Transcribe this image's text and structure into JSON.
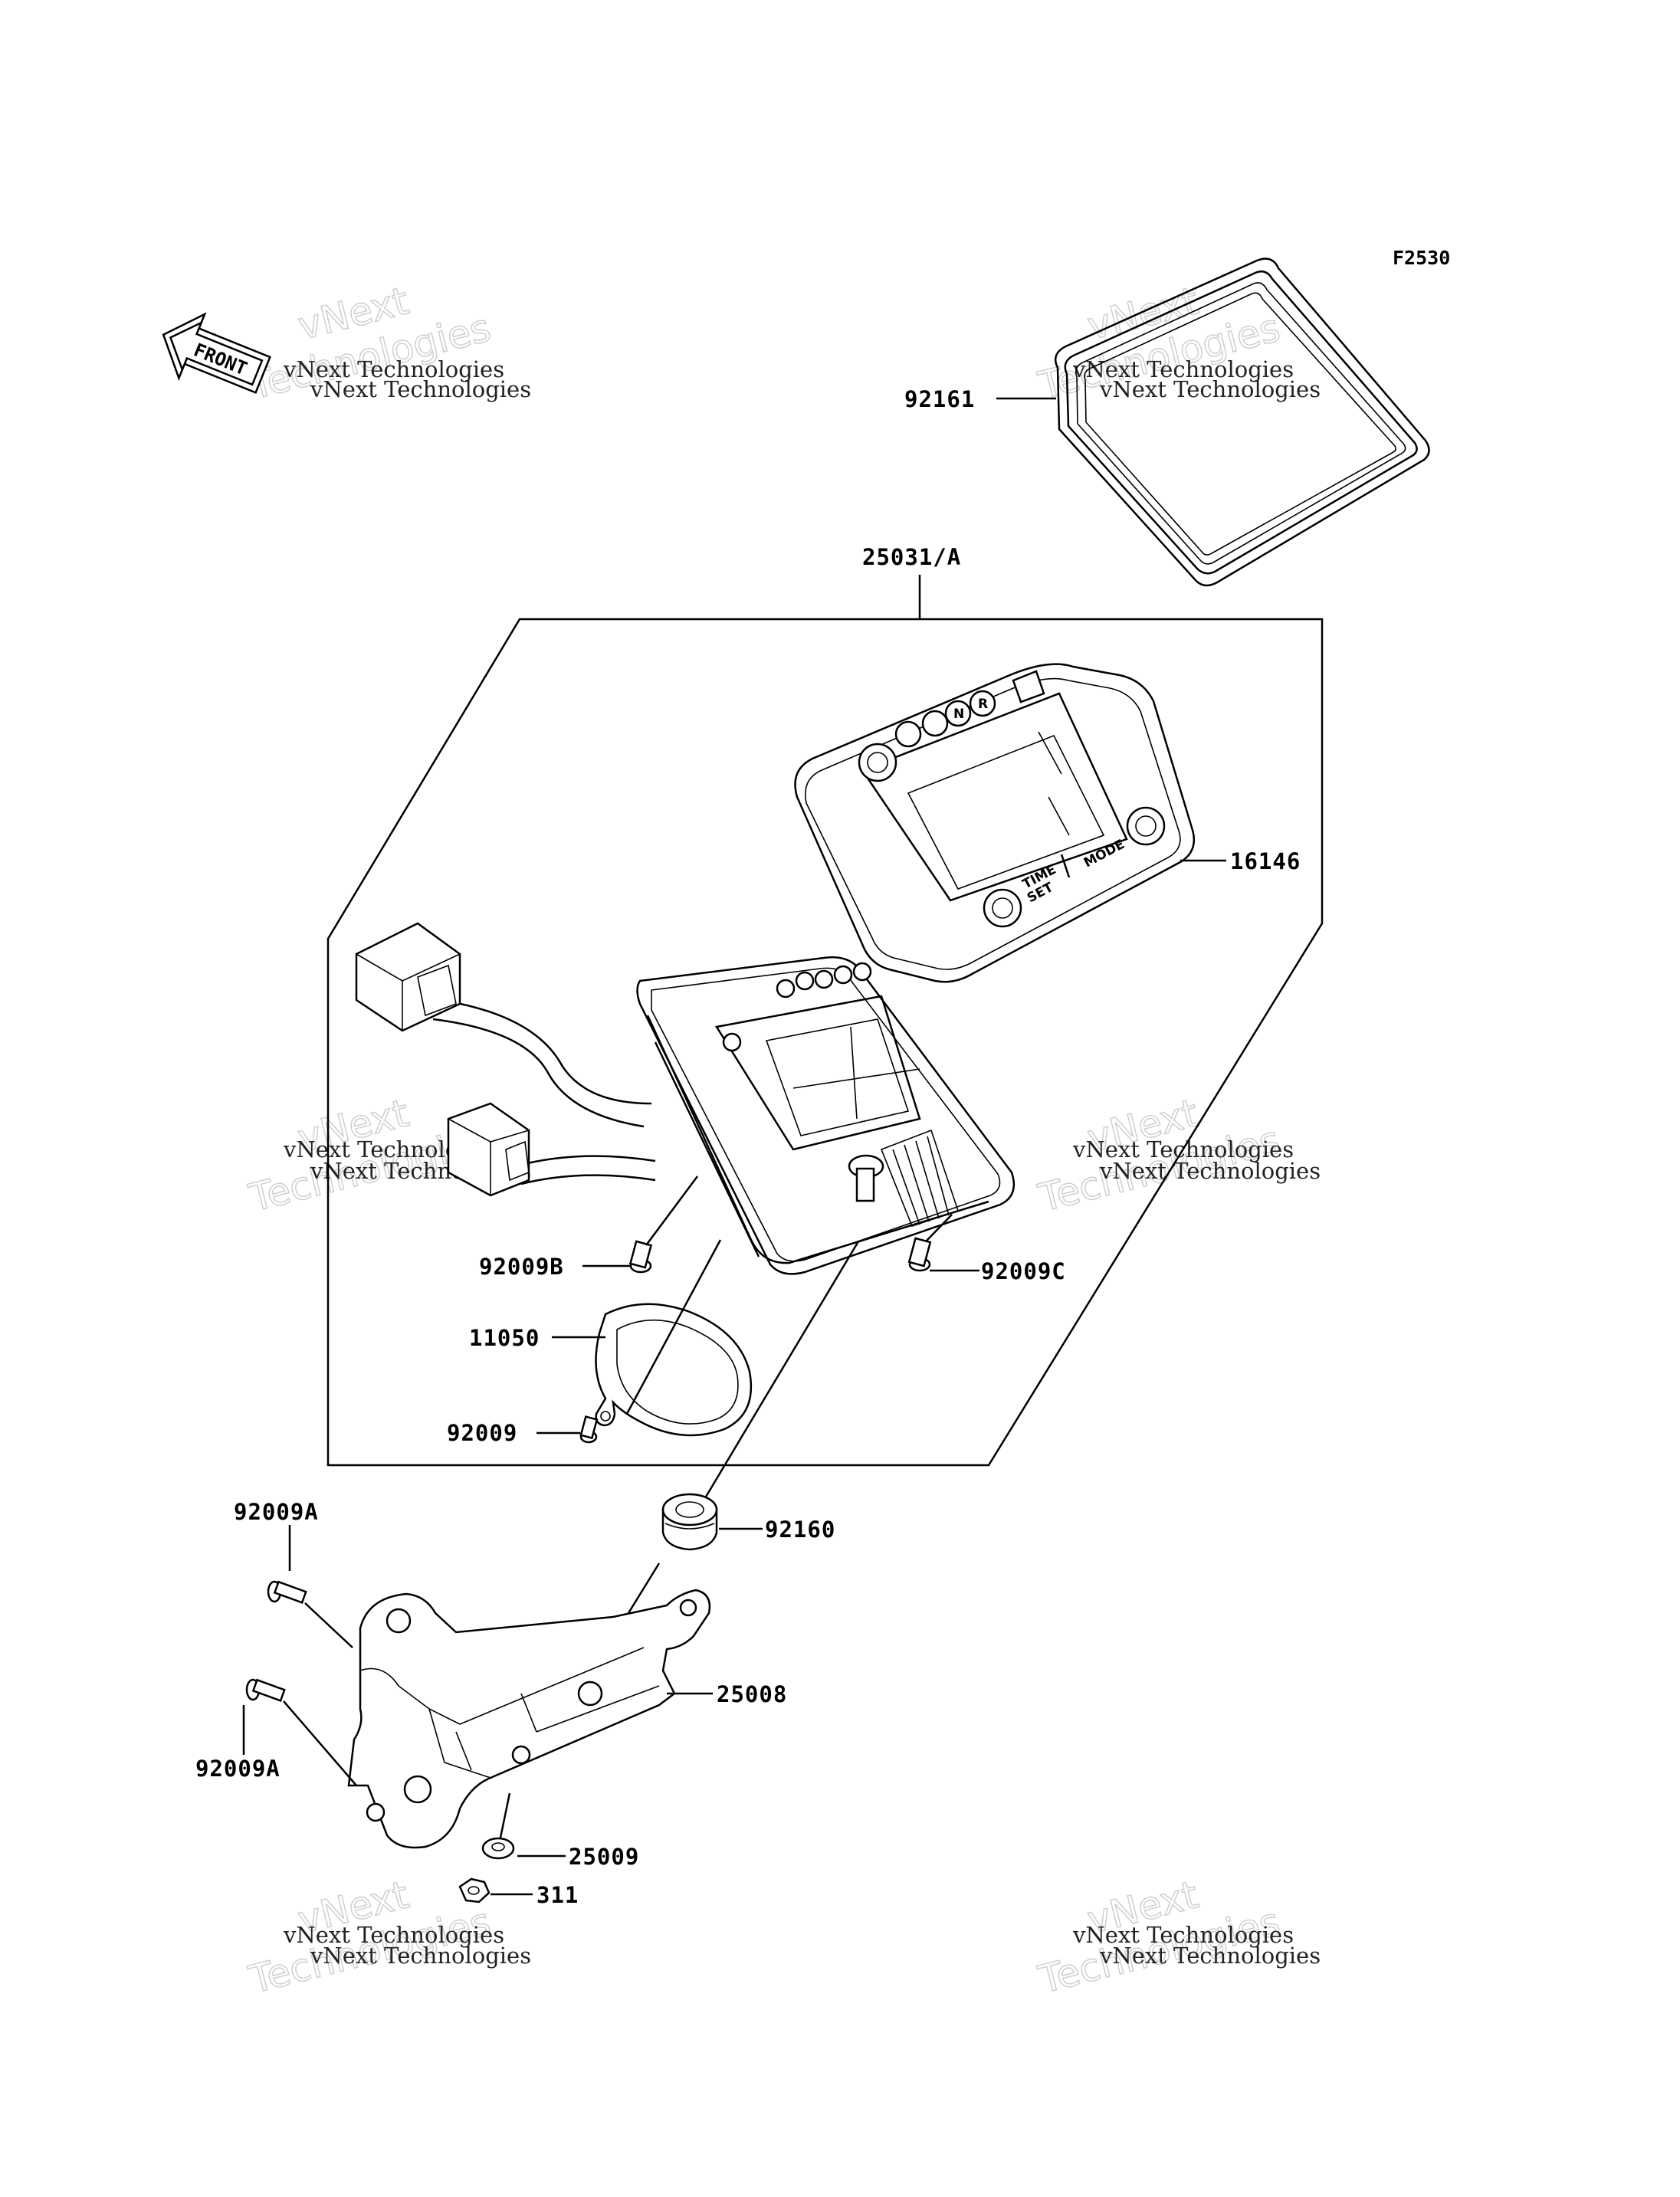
{
  "diagram_code": "F2530",
  "front_arrow_label": "FRONT",
  "assembly_label": "25031/A",
  "gauge_face_labels": {
    "mode": "MODE",
    "time": "TIME",
    "set": "SET"
  },
  "part_labels": [
    {
      "id": "92161",
      "text": "92161"
    },
    {
      "id": "25031a",
      "text": "25031/A"
    },
    {
      "id": "16146",
      "text": "16146"
    },
    {
      "id": "92009b",
      "text": "92009B"
    },
    {
      "id": "92009c",
      "text": "92009C"
    },
    {
      "id": "11050",
      "text": "11050"
    },
    {
      "id": "92009",
      "text": "92009"
    },
    {
      "id": "92160",
      "text": "92160"
    },
    {
      "id": "92009a-top",
      "text": "92009A"
    },
    {
      "id": "25008",
      "text": "25008"
    },
    {
      "id": "92009a-bottom",
      "text": "92009A"
    },
    {
      "id": "25009",
      "text": "25009"
    },
    {
      "id": "311",
      "text": "311"
    }
  ],
  "watermark": {
    "small": "vNext Technologies",
    "big_line1": "vNext",
    "big_line2": "Technologies"
  }
}
